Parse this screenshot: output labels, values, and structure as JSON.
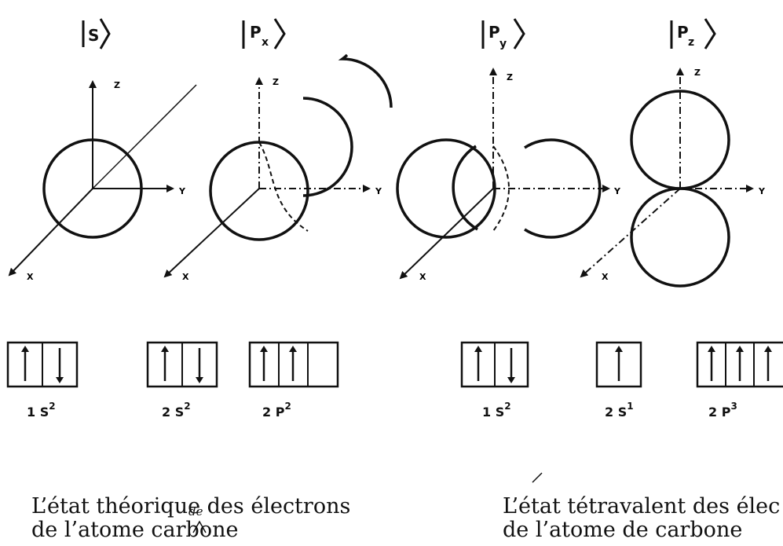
{
  "orbitals": [
    {
      "ket": "S",
      "sub": ""
    },
    {
      "ket": "P",
      "sub": "x"
    },
    {
      "ket": "P",
      "sub": "y"
    },
    {
      "ket": "P",
      "sub": "z"
    }
  ],
  "axes": {
    "x": "X",
    "y": "Y",
    "z": "Z"
  },
  "boxes_theoretical": [
    {
      "label": "1 S",
      "exp": "2",
      "cells": [
        "up",
        "down"
      ]
    },
    {
      "label": "2 S",
      "exp": "2",
      "cells": [
        "up",
        "down"
      ]
    },
    {
      "label": "2 P",
      "exp": "2",
      "cells": [
        "up",
        "up",
        ""
      ]
    }
  ],
  "boxes_tetravalent": [
    {
      "label": "1 S",
      "exp": "2",
      "cells": [
        "up",
        "down"
      ]
    },
    {
      "label": "2 S",
      "exp": "1",
      "cells": [
        "up"
      ]
    },
    {
      "label": "2 P",
      "exp": "3",
      "cells": [
        "up",
        "up",
        "up"
      ]
    }
  ],
  "caption_left": {
    "line1": "L’état théorique des électrons",
    "line2": "de l’atome carbone",
    "annotation": "de"
  },
  "caption_right": {
    "line1": "L’état tétravalent des élec",
    "line2": "de l’atome de carbone"
  }
}
